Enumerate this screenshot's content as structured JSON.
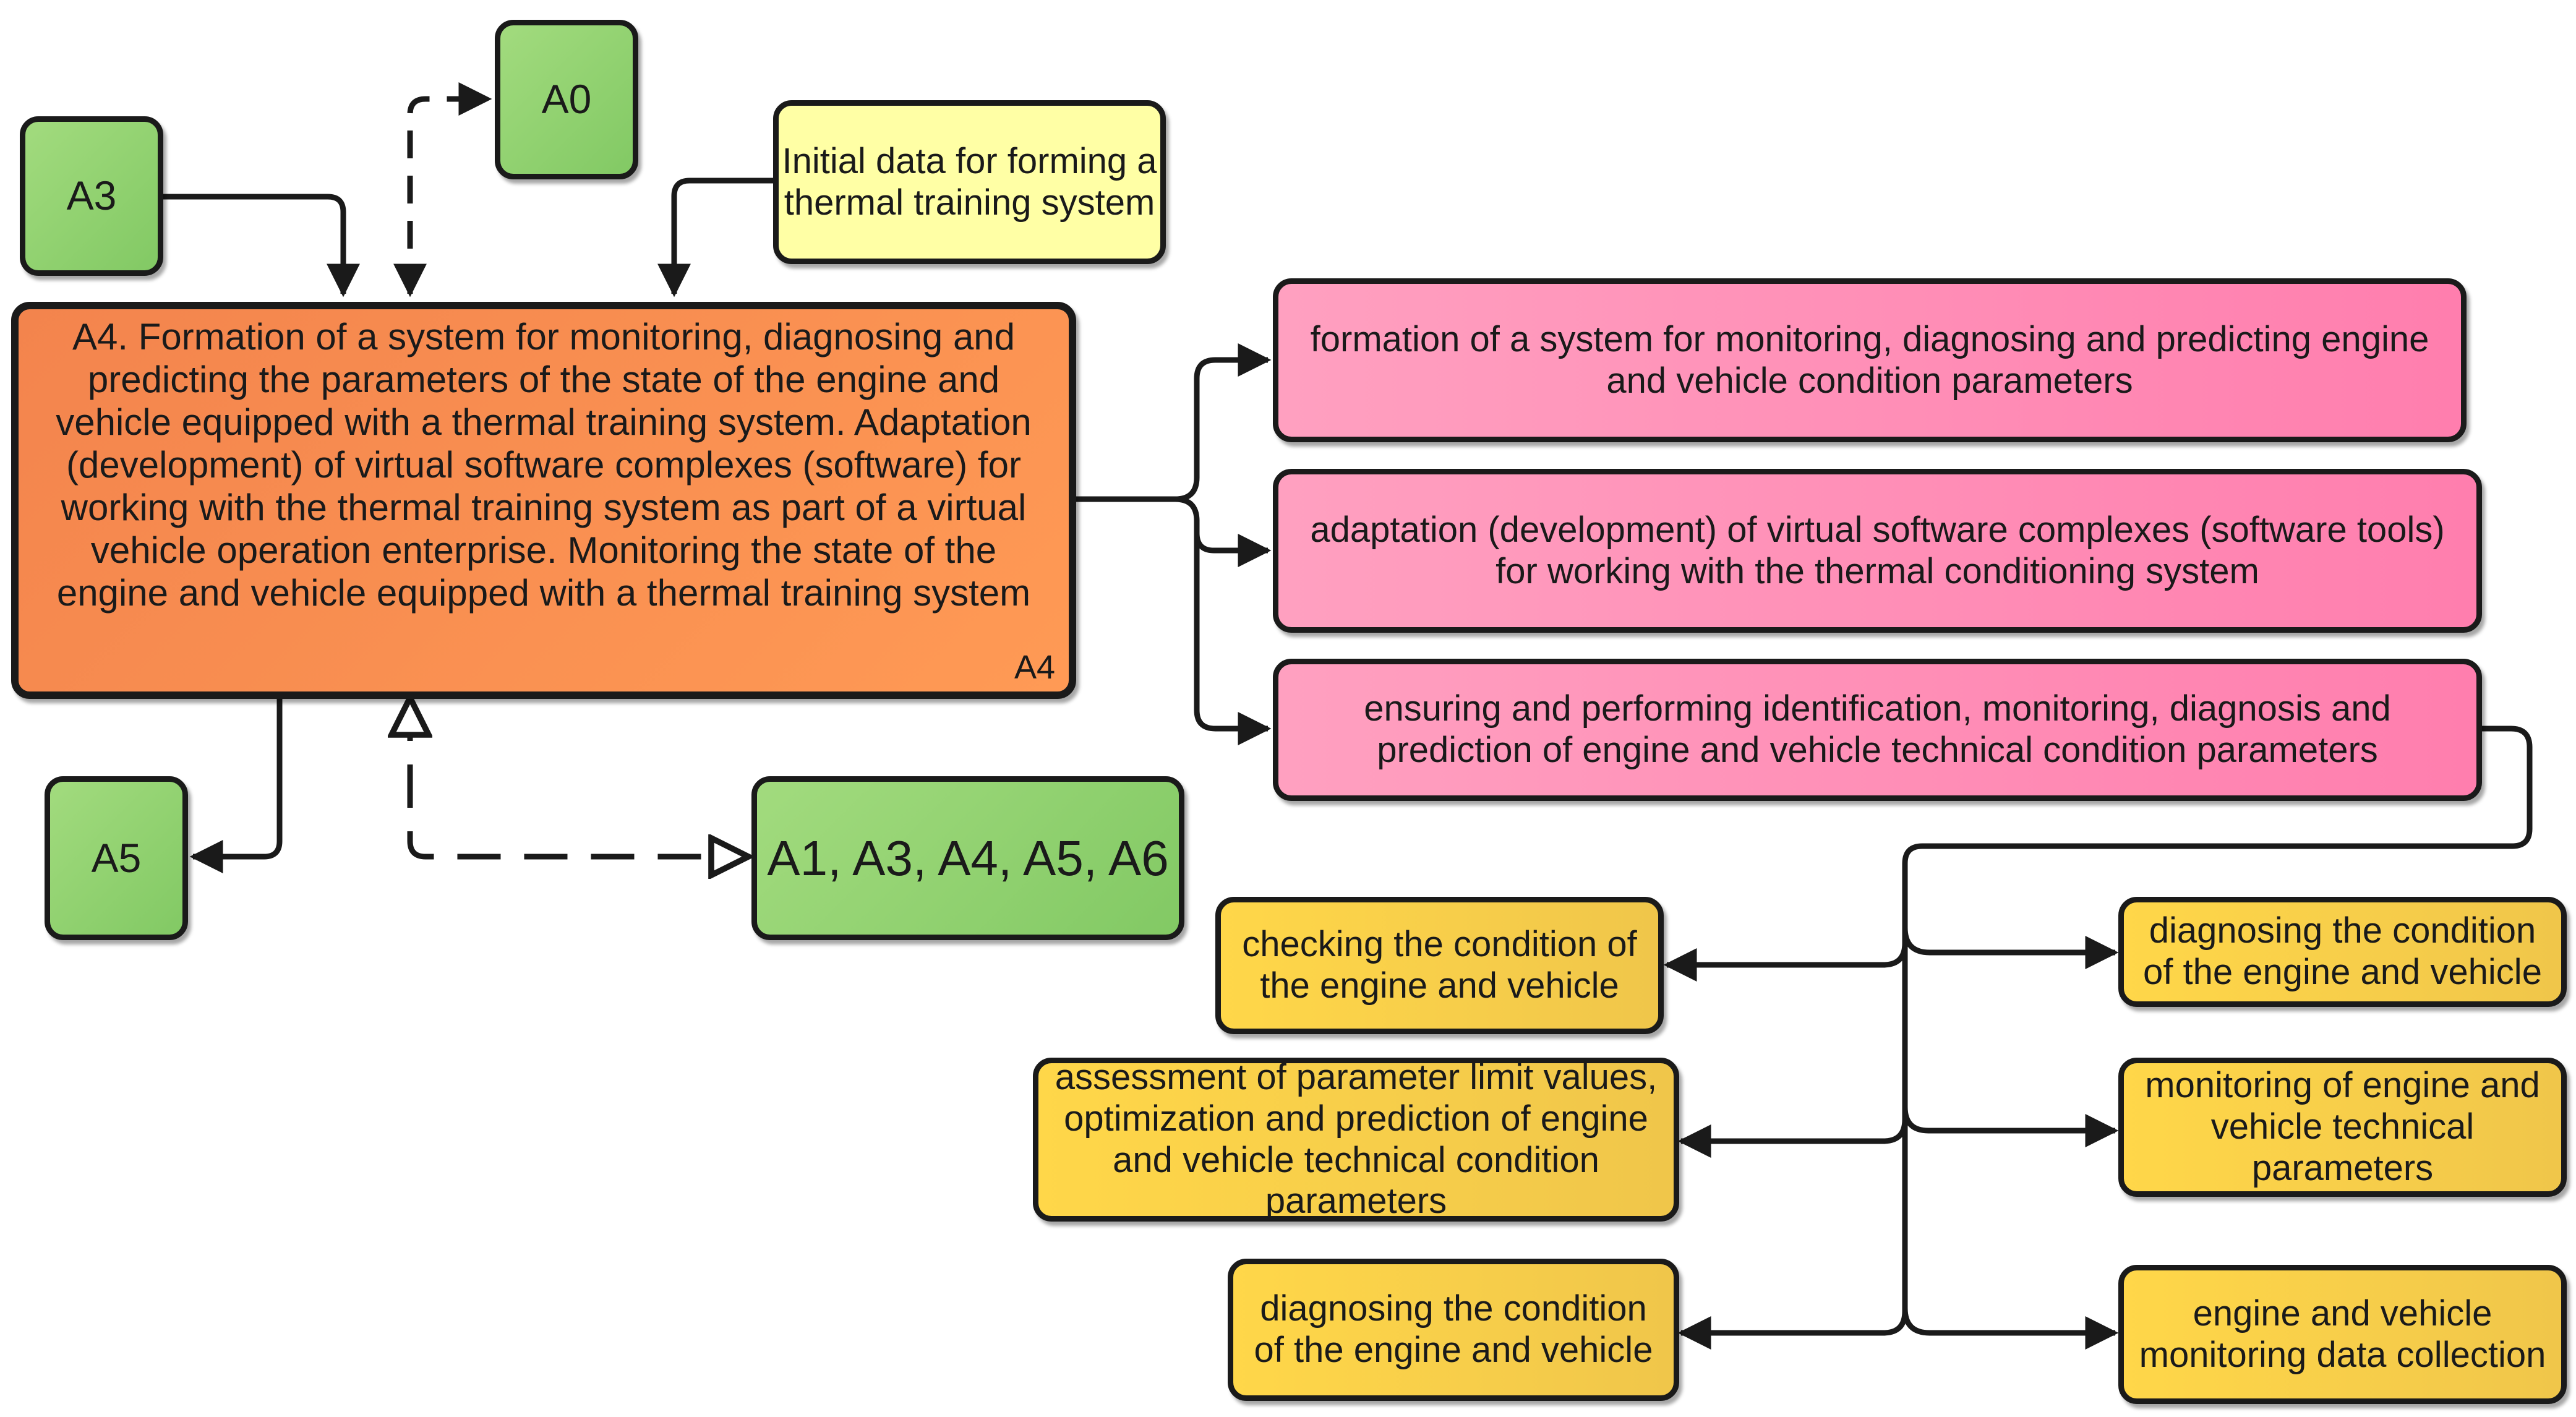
{
  "nodes": {
    "a0": "A0",
    "a3": "A3",
    "a5": "A5",
    "a1_a6": "A1, A3, A4, A5, A6",
    "initial_data": "Initial data for forming a thermal training system",
    "a4_text": "A4. Formation of a system for monitoring, diagnosing and predicting the parameters of the state of the engine and vehicle equipped with a thermal training system. Adaptation (development) of virtual software complexes (software) for working with the thermal training system as part of a virtual vehicle operation enterprise. Monitoring the state of the engine and vehicle equipped with a thermal training system",
    "a4_tag": "A4"
  },
  "outputs": [
    "formation of a system for monitoring, diagnosing and predicting engine and vehicle condition parameters",
    "adaptation (development) of virtual software complexes (software tools) for working with the thermal conditioning system",
    "ensuring and performing identification, monitoring, diagnosis and prediction of engine and vehicle technical condition parameters"
  ],
  "subtasks_left": [
    "checking the condition of the engine and vehicle",
    "assessment of parameter limit values, optimization and prediction of engine and vehicle technical condition parameters",
    "diagnosing the condition of the engine and vehicle"
  ],
  "subtasks_right": [
    "diagnosing the condition of the engine and vehicle",
    "monitoring of engine and vehicle technical parameters",
    "engine and vehicle monitoring data collection"
  ],
  "colors": {
    "green": "#8fd16f",
    "orange": "#ff8f50",
    "pink": "#ff8db6",
    "gold": "#f7cd4a",
    "light_yellow": "#ffffa5",
    "line": "#1a1a1a"
  }
}
